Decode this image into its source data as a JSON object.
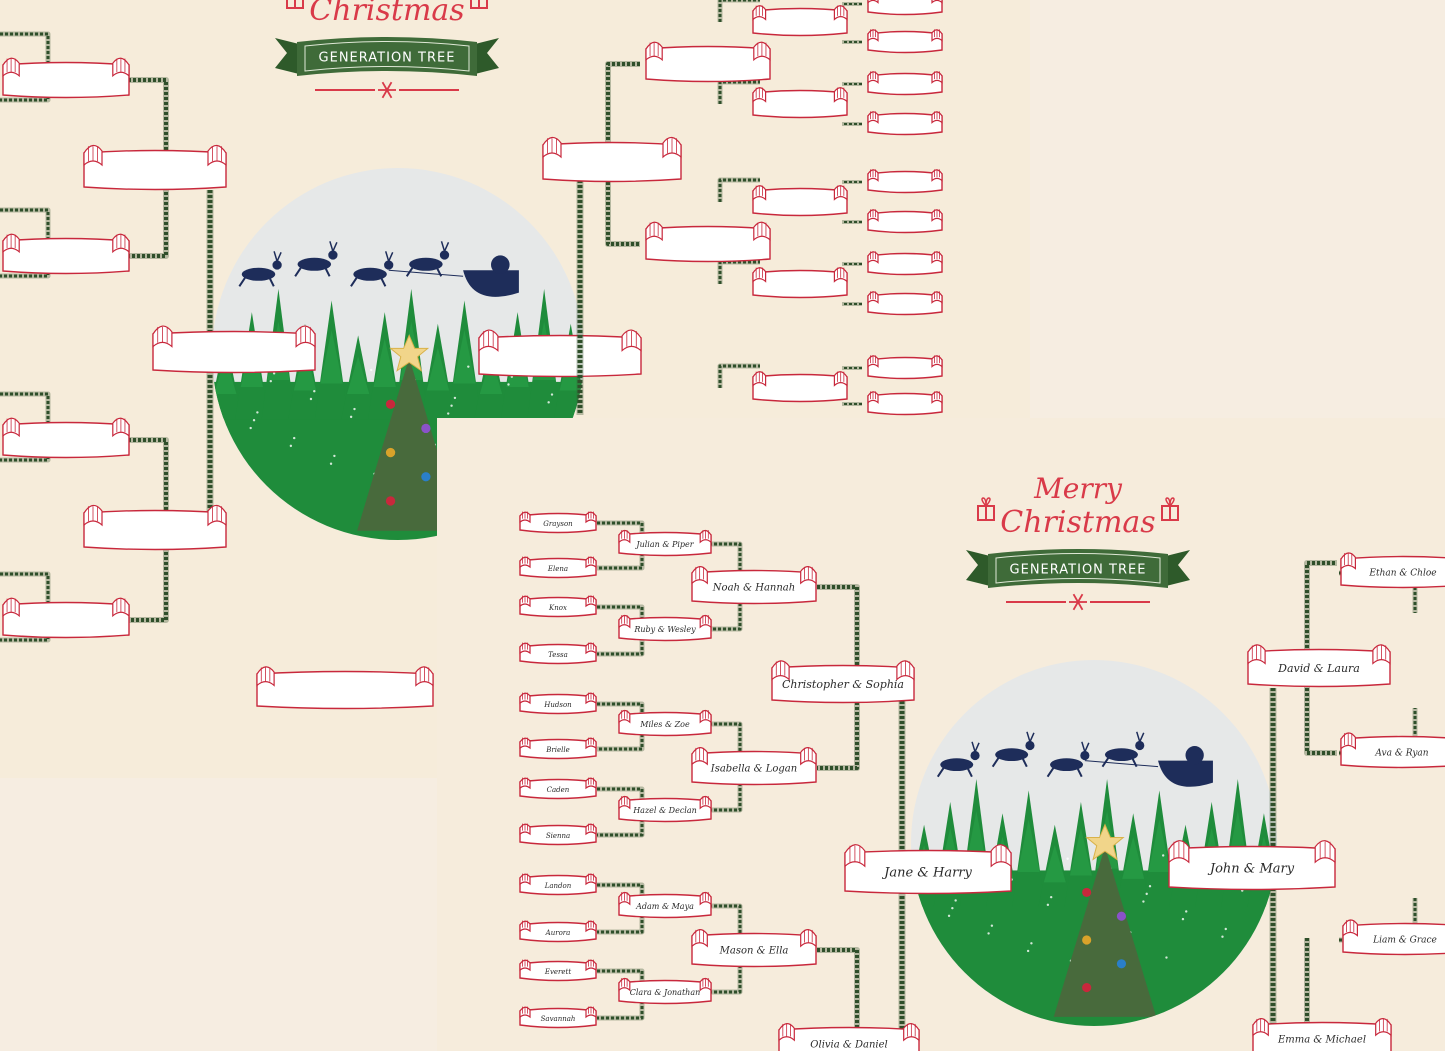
{
  "back_card": {
    "title_line2": "Christmas",
    "banner": "GENERATION TREE"
  },
  "front_card": {
    "title_line1": "Merry",
    "title_line2": "Christmas",
    "banner": "GENERATION TREE",
    "generation_1": [
      "Jane & Harry",
      "John & Mary"
    ],
    "generation_2": [
      "Christopher & Sophia",
      "Olivia & Daniel",
      "David & Laura",
      "Emma & Michael"
    ],
    "generation_3": [
      "Noah & Hannah",
      "Isabella & Logan",
      "Mason & Ella",
      "Ethan & Chloe",
      "Ava & Ryan",
      "Liam & Grace"
    ],
    "generation_4": [
      "Julian & Piper",
      "Ruby & Wesley",
      "Miles & Zoe",
      "Hazel & Declan",
      "Adam & Maya",
      "Clara & Jonathan"
    ],
    "generation_5": [
      "Grayson",
      "Elena",
      "Knox",
      "Tessa",
      "Hudson",
      "Brielle",
      "Caden",
      "Sienna",
      "Landon",
      "Aurora",
      "Everett",
      "Savannah"
    ]
  },
  "colors": {
    "background": "#f6ecda",
    "ribbon_red": "#c8283c",
    "title_red": "#d93a49",
    "banner_green": "#3f6b39",
    "tree_green": "#1f8c3b",
    "sleigh_navy": "#1e2d5a",
    "globe_grey": "#e6e8e8"
  }
}
